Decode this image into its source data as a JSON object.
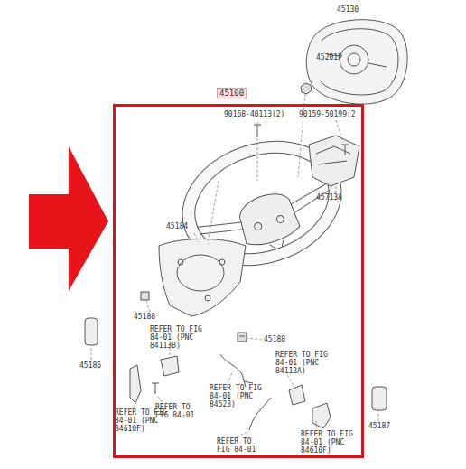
{
  "diagram": {
    "nodes": [
      {
        "text": [
          "45100"
        ]
      }
    ],
    "edges": [],
    "labels": [
      "45130",
      "45201P",
      "90168-40113(2)",
      "90159-50199(2",
      "45713A",
      "45184",
      "45188",
      "45188",
      "REFER TO FIG 84-01 (PNC 84113B)",
      "45186",
      "REFER TO FIG 84-01 (PNC 84113A)",
      "REFER TO FIG 84-01 (PNC 84523)",
      "REFER TO FIG 84-01 (PNC 84610F)",
      "REFER TO FIG 84-01",
      "REFER TO FIG 84-01",
      "REFER TO FIG 84-01 (PNC 84610F)",
      "45187"
    ]
  }
}
